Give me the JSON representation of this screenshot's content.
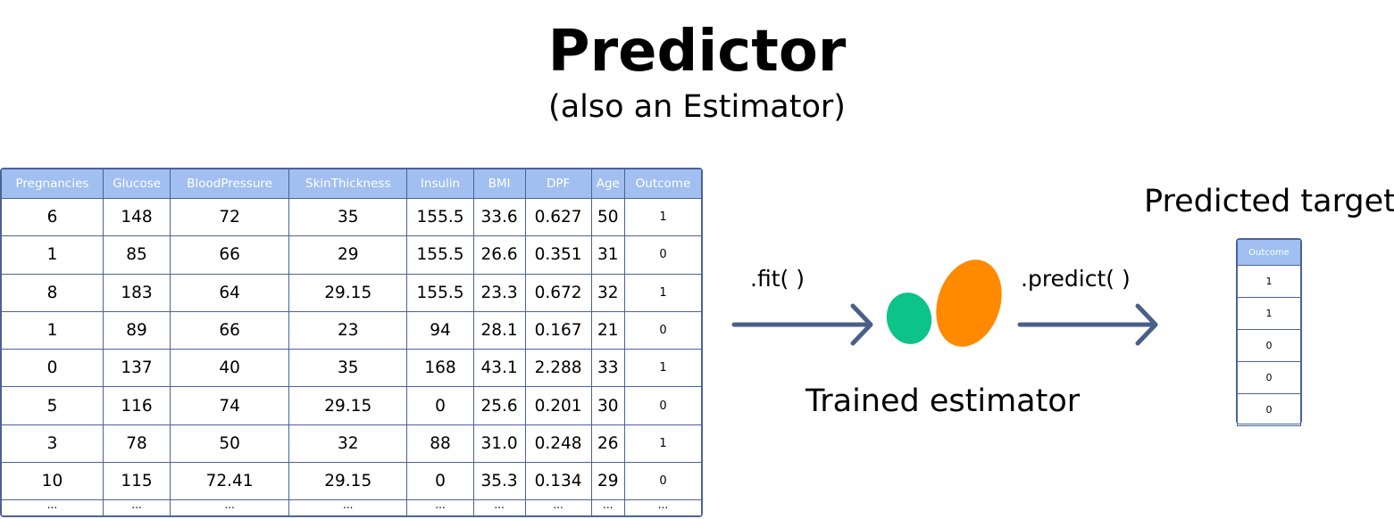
{
  "title": "Predictor",
  "subtitle": "(also an Estimator)",
  "table": {
    "columns": [
      "Pregnancies",
      "Glucose",
      "BloodPressure",
      "SkinThickness",
      "Insulin",
      "BMI",
      "DPF",
      "Age",
      "Outcome"
    ],
    "rows": [
      [
        "6",
        "148",
        "72",
        "35",
        "155.5",
        "33.6",
        "0.627",
        "50",
        "1"
      ],
      [
        "1",
        "85",
        "66",
        "29",
        "155.5",
        "26.6",
        "0.351",
        "31",
        "0"
      ],
      [
        "8",
        "183",
        "64",
        "29.15",
        "155.5",
        "23.3",
        "0.672",
        "32",
        "1"
      ],
      [
        "1",
        "89",
        "66",
        "23",
        "94",
        "28.1",
        "0.167",
        "21",
        "0"
      ],
      [
        "0",
        "137",
        "40",
        "35",
        "168",
        "43.1",
        "2.288",
        "33",
        "1"
      ],
      [
        "5",
        "116",
        "74",
        "29.15",
        "0",
        "25.6",
        "0.201",
        "30",
        "0"
      ],
      [
        "3",
        "78",
        "50",
        "32",
        "88",
        "31.0",
        "0.248",
        "26",
        "1"
      ],
      [
        "10",
        "115",
        "72.41",
        "29.15",
        "0",
        "35.3",
        "0.134",
        "29",
        "0"
      ]
    ],
    "ellipsis": [
      "...",
      "...",
      "...",
      "...",
      "...",
      "...",
      "...",
      "...",
      "..."
    ]
  },
  "fit_label": ".fit( )",
  "predict_label": ".predict( )",
  "estimator_label": "Trained estimator",
  "predicted": {
    "title": "Predicted target",
    "column": "Outcome",
    "values": [
      "1",
      "1",
      "0",
      "0",
      "0"
    ]
  },
  "colors": {
    "header_fill": "#a1bff0",
    "border": "#4a6396",
    "arrow": "#4a5f88",
    "green_shape": "#0cc389",
    "orange_shape": "#ff8a00"
  }
}
